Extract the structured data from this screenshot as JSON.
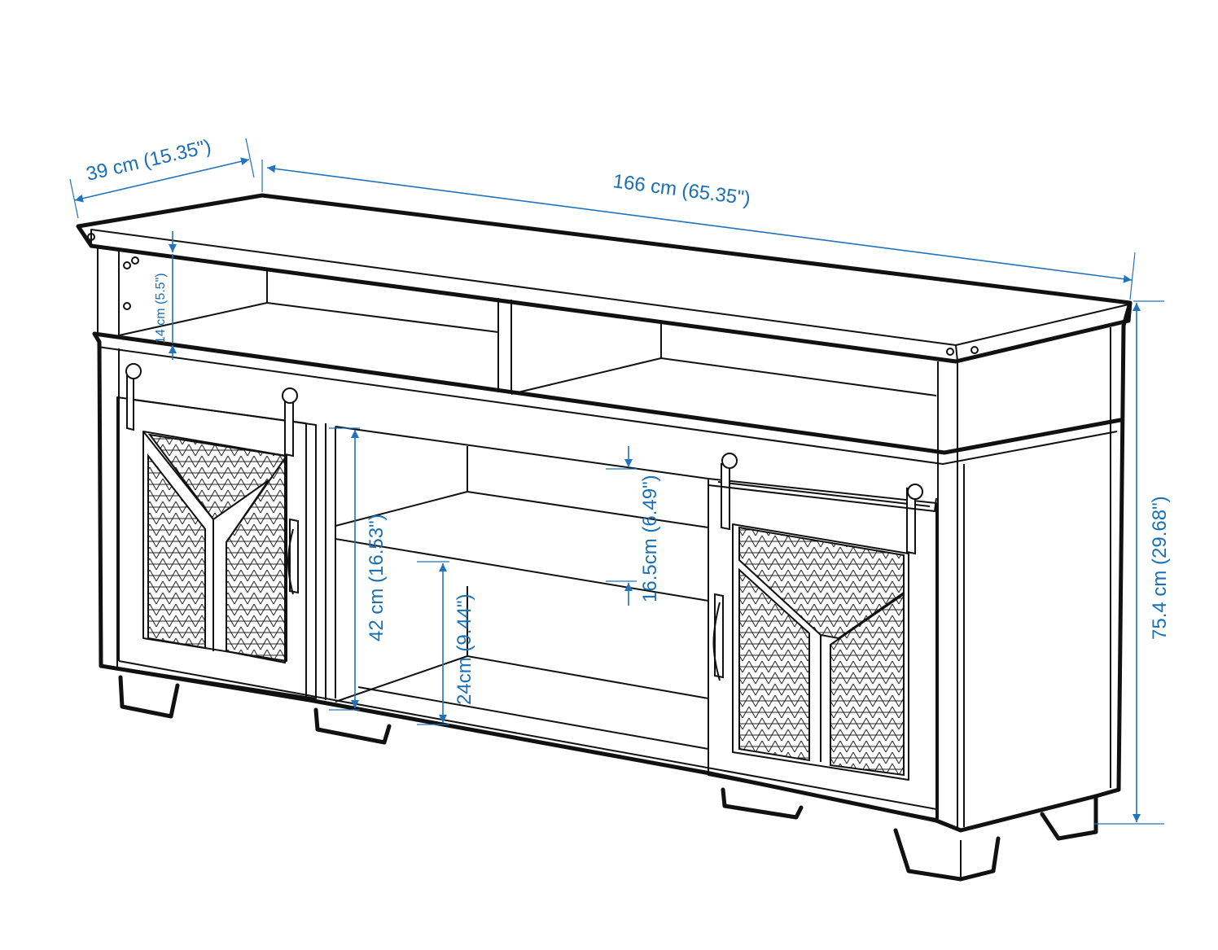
{
  "figure": "TV stand dimension drawing",
  "colors": {
    "dimension": "#1a6fb5",
    "outline": "#111111",
    "background": "#ffffff"
  },
  "dimensions": {
    "depth": "39 cm (15.35\")",
    "width": "166 cm (65.35\")",
    "height": "75.4 cm (29.68\")",
    "top_shelf_gap": "14 cm (5.5\")",
    "center_cabinet_height": "42 cm (16.53\")",
    "middle_shelf_gap": "16.5cm (6.49\")",
    "lower_gap": "24cm (9.44\")"
  }
}
